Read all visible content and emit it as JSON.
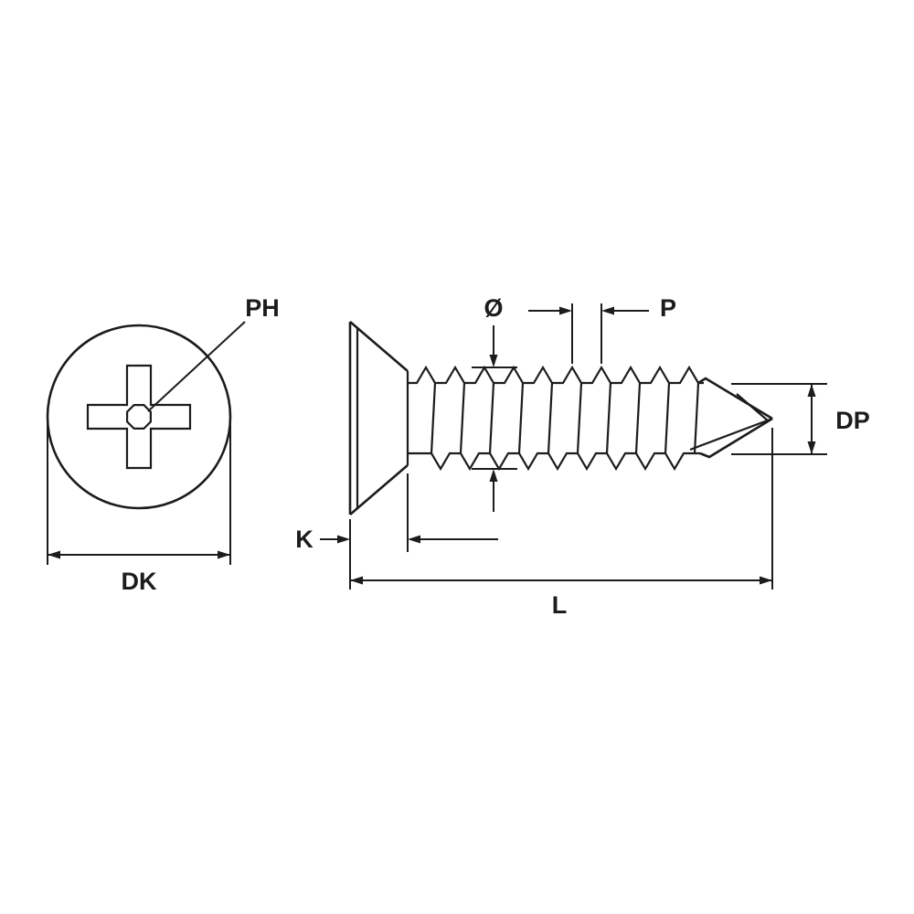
{
  "drawing": {
    "background": "#ffffff",
    "line_color": "#1c1c1c",
    "labels": {
      "ph": "PH",
      "dk": "DK",
      "diameter": "Ø",
      "pitch": "P",
      "dp": "DP",
      "k": "K",
      "l": "L"
    }
  }
}
